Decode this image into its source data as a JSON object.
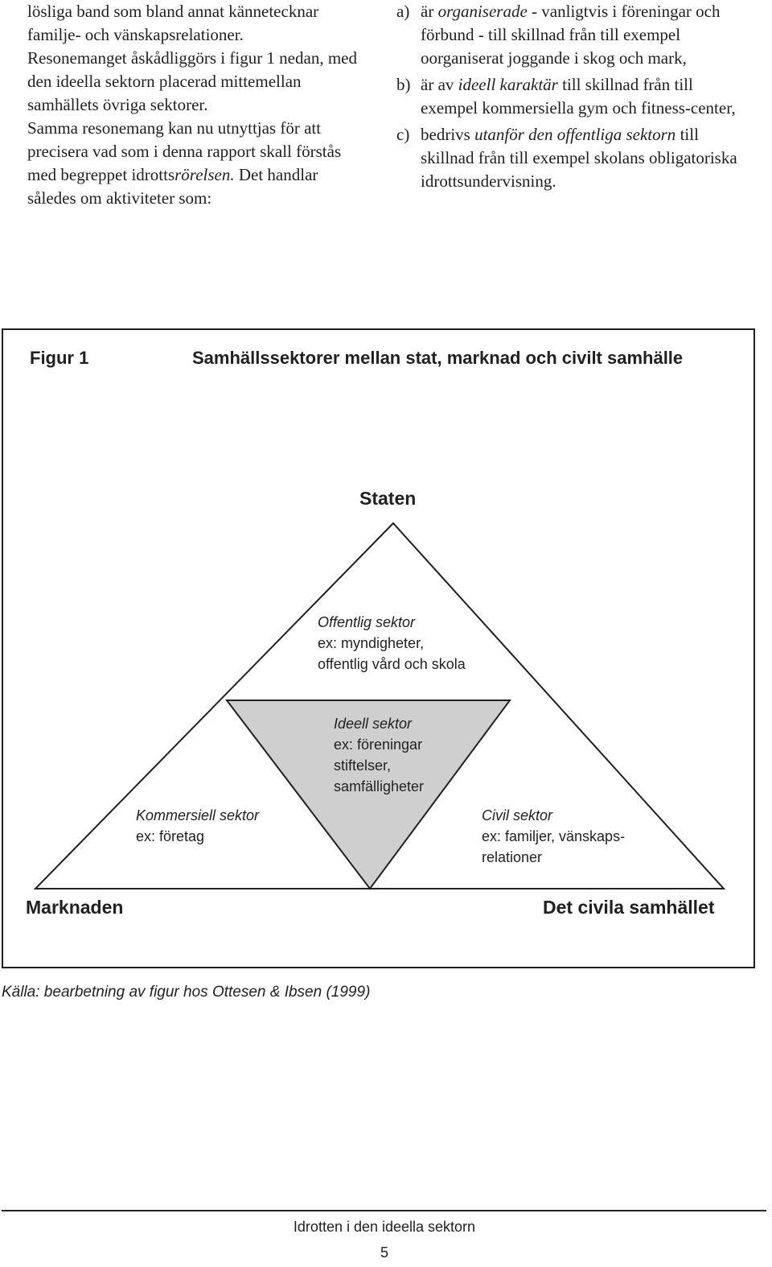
{
  "left_column": {
    "line1": "lösliga band som bland annat kännetecknar",
    "line2": "familje- och vänskapsrelationer.",
    "para2": "Resonemanget åskådliggörs i figur 1 nedan, med den ideella sektorn placerad mittemellan samhällets övriga sektorer.",
    "para3_start": "Samma resonemang kan nu utnyttjas för att precisera vad som i denna rapport skall förstås med begreppet idrotts",
    "para3_italic": "rörelsen.",
    "para3_end": " Det handlar således om aktiviteter som:"
  },
  "right_column": {
    "items": [
      {
        "marker": "a)",
        "pre": "är ",
        "italic": "organiserade",
        "post": " - vanligtvis i föreningar och förbund - till skillnad från till exempel oorganiserat joggande i skog och mark,"
      },
      {
        "marker": "b)",
        "pre": "är av ",
        "italic": "ideell karaktär",
        "post": " till skillnad från till exempel kommersiella gym och fitness-center,"
      },
      {
        "marker": "c)",
        "pre": "bedrivs ",
        "italic": "utanför den offentliga sektorn",
        "post": " till skillnad från till exempel skolans obligatoriska idrottsundervisning."
      }
    ]
  },
  "figure": {
    "label": "Figur 1",
    "title": "Samhällssektorer mellan stat, marknad och civilt samhälle",
    "apex_label": "Staten",
    "left_corner": "Marknaden",
    "right_corner": "Det civila samhället",
    "public_sector": {
      "name": "Offentlig sektor",
      "line1": "ex: myndigheter,",
      "line2": "offentlig vård och skola"
    },
    "ideal_sector": {
      "name": "Ideell sektor",
      "line1": "ex: föreningar",
      "line2": "stiftelser,",
      "line3": "samfälligheter"
    },
    "commercial_sector": {
      "name": "Kommersiell sektor",
      "line1": "ex: företag"
    },
    "civil_sector": {
      "name": "Civil sektor",
      "line1": "ex: familjer, vänskaps-",
      "line2": "relationer"
    },
    "inner_triangle_color": "#cfcfcf"
  },
  "source": "Källa: bearbetning av figur hos Ottesen & Ibsen (1999)",
  "footer": {
    "title": "Idrotten i den ideella sektorn",
    "page": "5"
  }
}
